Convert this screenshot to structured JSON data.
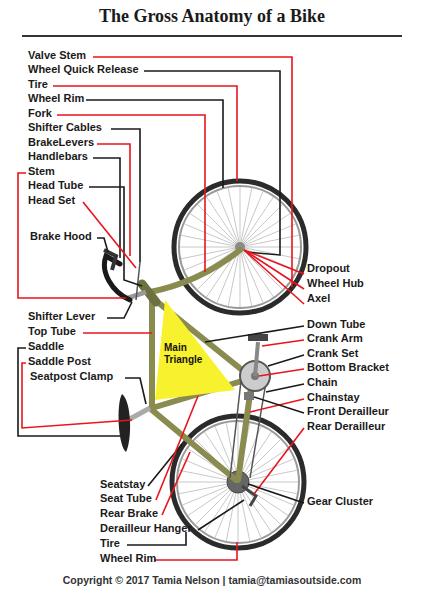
{
  "diagram": {
    "title": "The Gross Anatomy of a Bike",
    "caption": "Copyright © 2017 Tamia Nelson | tamia@tamiasoutside.com",
    "nodes": [
      {
        "text": [
          "Main Triangle"
        ]
      }
    ],
    "labels": [
      "Valve Stem",
      "Wheel Quick Release",
      "Tire",
      "Wheel Rim",
      "Fork",
      "Shifter Cables",
      "BrakeLevers",
      "Handlebars",
      "Stem",
      "Head Tube",
      "Head Set",
      "Brake Hood",
      "Dropout",
      "Wheel Hub",
      "Axel",
      "Shifter Lever",
      "Top Tube",
      "Saddle",
      "Saddle Post",
      "Seatpost Clamp",
      "Down Tube",
      "Crank Arm",
      "Crank Set",
      "Bottom Bracket",
      "Chain",
      "Chainstay",
      "Front Derailleur",
      "Rear Derailleur",
      "Seatstay",
      "Seat Tube",
      "Rear Brake",
      "Derailleur Hanger",
      "Tire",
      "Wheel Rim",
      "Gear Cluster"
    ]
  }
}
